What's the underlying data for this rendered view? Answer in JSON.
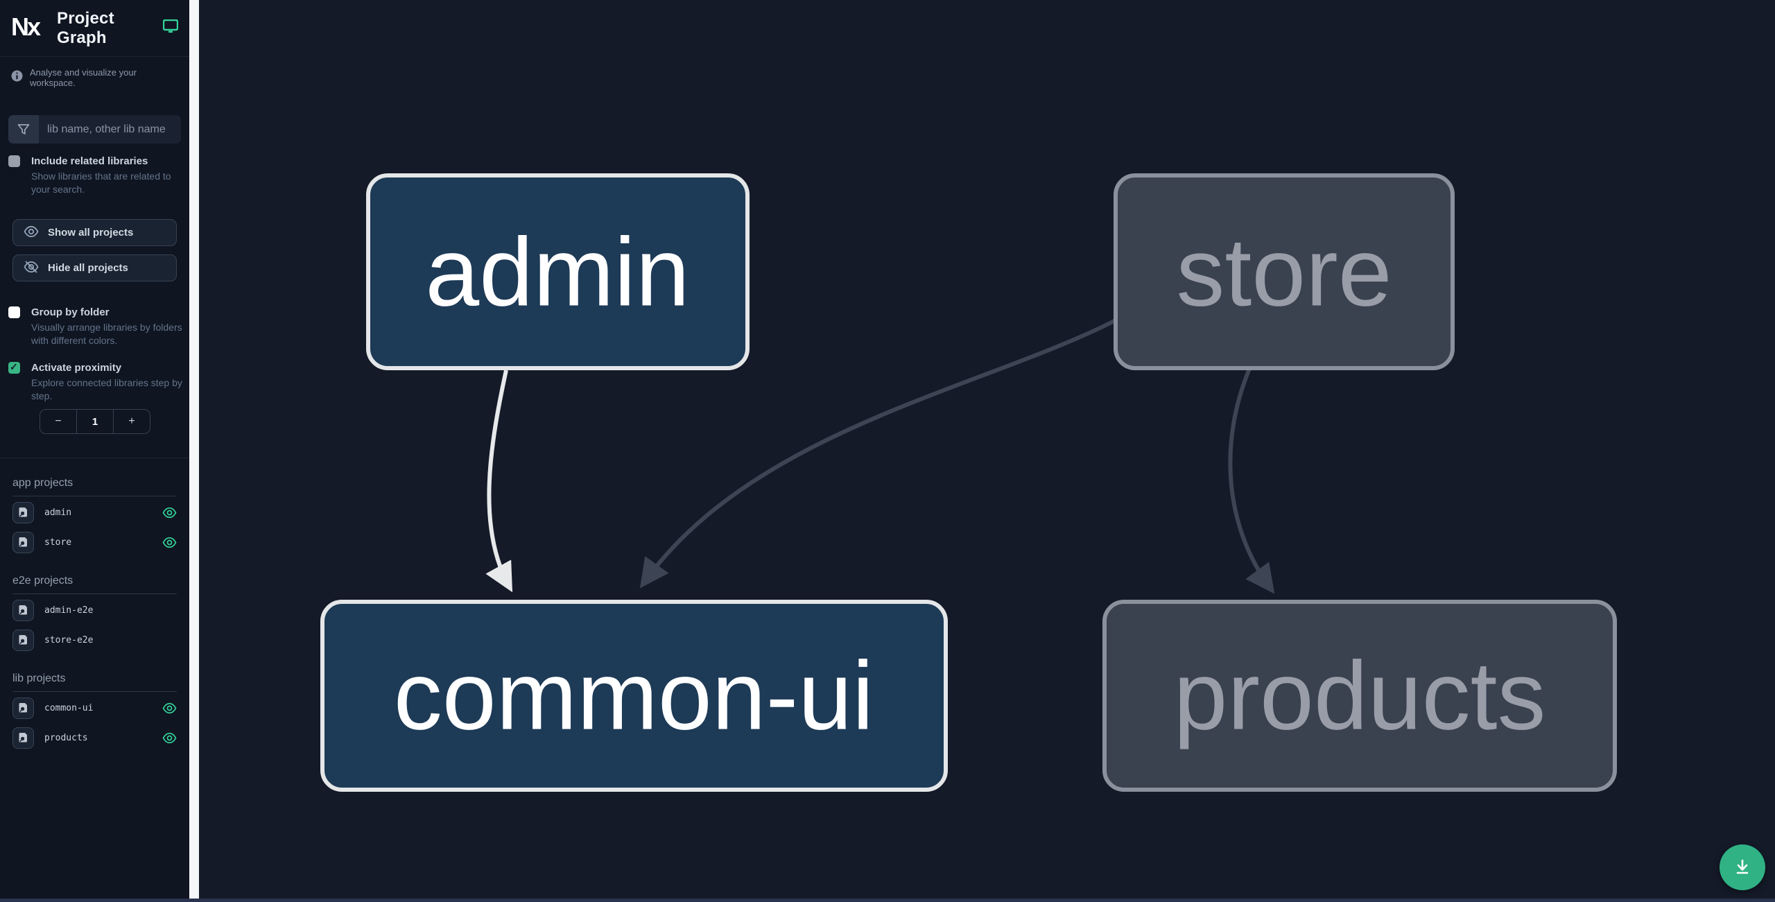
{
  "header": {
    "title": "Project Graph"
  },
  "intro": {
    "text": "Analyse and visualize your workspace."
  },
  "search": {
    "placeholder": "lib name, other lib name"
  },
  "controls": {
    "include_related": {
      "label": "Include related libraries",
      "description": "Show libraries that are related to your search.",
      "checked": false
    },
    "show_all": {
      "label": "Show all projects"
    },
    "hide_all": {
      "label": "Hide all projects"
    },
    "group_by_folder": {
      "label": "Group by folder",
      "description": "Visually arrange libraries by folders with different colors.",
      "checked": false
    },
    "proximity": {
      "label": "Activate proximity",
      "description": "Explore connected libraries step by step.",
      "checked": true,
      "decrement": "−",
      "depth": "1",
      "increment": "+"
    }
  },
  "sections": [
    {
      "title": "app projects",
      "items": [
        {
          "name": "admin",
          "visible": true
        },
        {
          "name": "store",
          "visible": true
        }
      ]
    },
    {
      "title": "e2e projects",
      "items": [
        {
          "name": "admin-e2e",
          "visible": false
        },
        {
          "name": "store-e2e",
          "visible": false
        }
      ]
    },
    {
      "title": "lib projects",
      "items": [
        {
          "name": "common-ui",
          "visible": true
        },
        {
          "name": "products",
          "visible": true
        }
      ]
    }
  ],
  "graph": {
    "nodes": [
      {
        "id": "admin",
        "label": "admin",
        "state": "focused"
      },
      {
        "id": "store",
        "label": "store",
        "state": "faded"
      },
      {
        "id": "common-ui",
        "label": "common-ui",
        "state": "focused"
      },
      {
        "id": "products",
        "label": "products",
        "state": "faded"
      }
    ],
    "edges": [
      {
        "from": "admin",
        "to": "common-ui",
        "style": "highlight"
      },
      {
        "from": "store",
        "to": "common-ui",
        "style": "muted"
      },
      {
        "from": "store",
        "to": "products",
        "style": "muted"
      }
    ]
  },
  "colors": {
    "accent_green": "#34d399",
    "checkbox_green": "#38b583",
    "download_bg": "#30b284",
    "focused_fill": "#1d3a56",
    "focused_stroke": "#e4e6e8",
    "faded_fill": "#3a414f",
    "faded_stroke": "#8b919c",
    "edge_highlight": "#e7e9ea",
    "edge_muted": "#3d4554"
  }
}
